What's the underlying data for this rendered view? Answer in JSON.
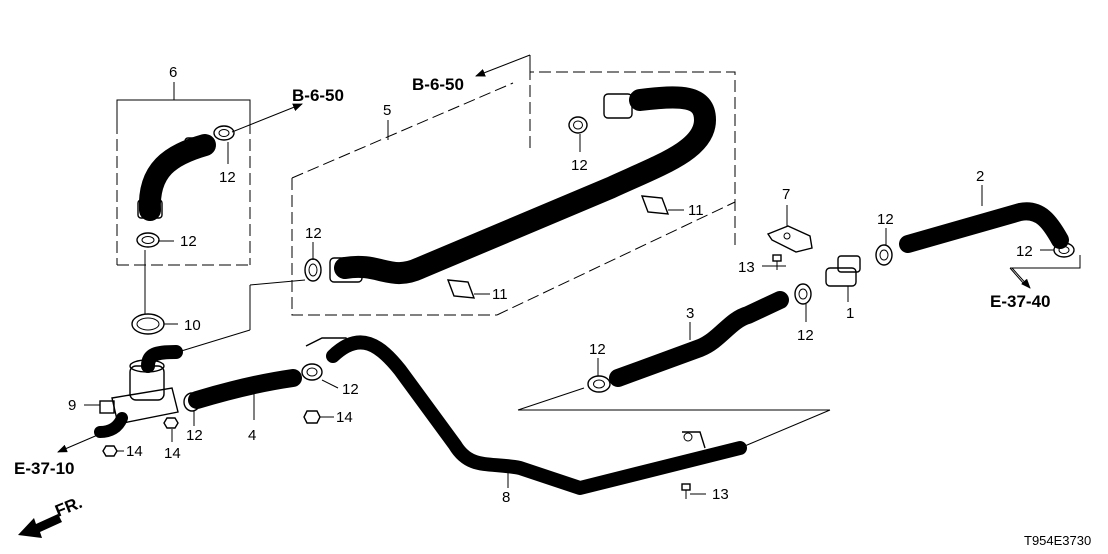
{
  "diagram_code": "T954E3730",
  "front_indicator": "FR.",
  "refs": {
    "b650_left": "B-6-50",
    "b650_right": "B-6-50",
    "e3740": "E-37-40",
    "e3710": "E-37-10"
  },
  "callouts": {
    "c1": "1",
    "c2": "2",
    "c3": "3",
    "c4": "4",
    "c5": "5",
    "c6": "6",
    "c7": "7",
    "c8": "8",
    "c9": "9",
    "c10": "10",
    "c11a": "11",
    "c11b": "11",
    "c12a": "12",
    "c12b": "12",
    "c12c": "12",
    "c12d": "12",
    "c12e": "12",
    "c12f": "12",
    "c12g": "12",
    "c12h": "12",
    "c12i": "12",
    "c12j": "12",
    "c13a": "13",
    "c13b": "13",
    "c14a": "14",
    "c14b": "14",
    "c14c": "14"
  }
}
